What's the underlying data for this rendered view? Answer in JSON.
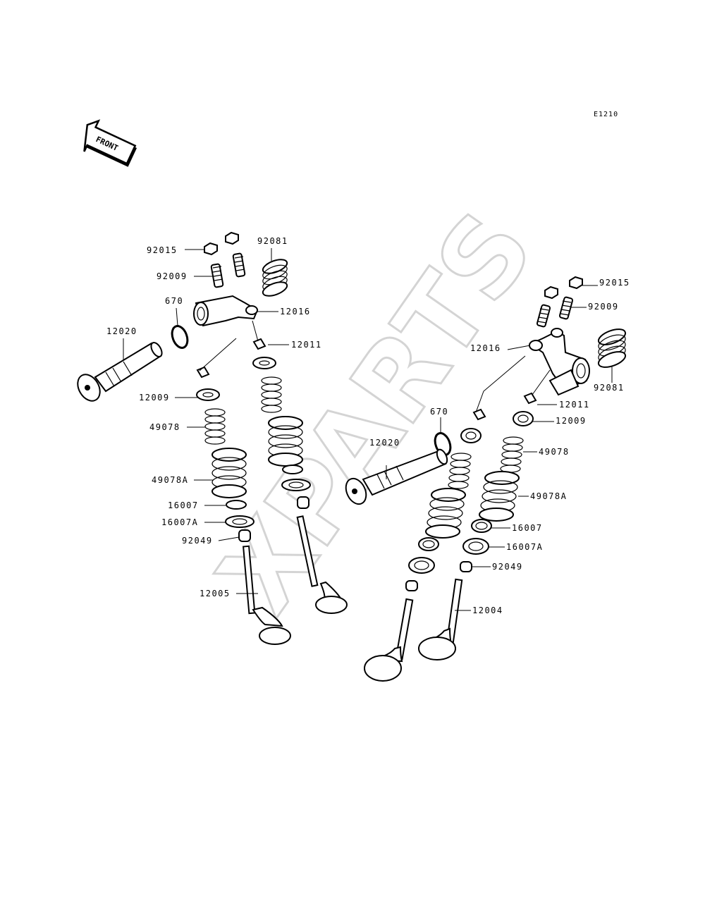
{
  "diagram_code": "E1210",
  "front_badge": "FRONT",
  "watermark": "XPARTS",
  "labels": {
    "l_92015": "92015",
    "l_92009": "92009",
    "l_92081": "92081",
    "l_670": "670",
    "l_12016": "12016",
    "l_12020": "12020",
    "l_12011": "12011",
    "l_12009": "12009",
    "l_49078": "49078",
    "l_49078A": "49078A",
    "l_16007": "16007",
    "l_16007A": "16007A",
    "l_92049": "92049",
    "l_12005": "12005",
    "r_92015": "92015",
    "r_92009": "92009",
    "r_12016": "12016",
    "r_92081": "92081",
    "r_12011": "12011",
    "r_670": "670",
    "r_12009": "12009",
    "r_12020": "12020",
    "r_49078": "49078",
    "r_49078A": "49078A",
    "r_16007": "16007",
    "r_16007A": "16007A",
    "r_92049": "92049",
    "r_12004": "12004"
  }
}
